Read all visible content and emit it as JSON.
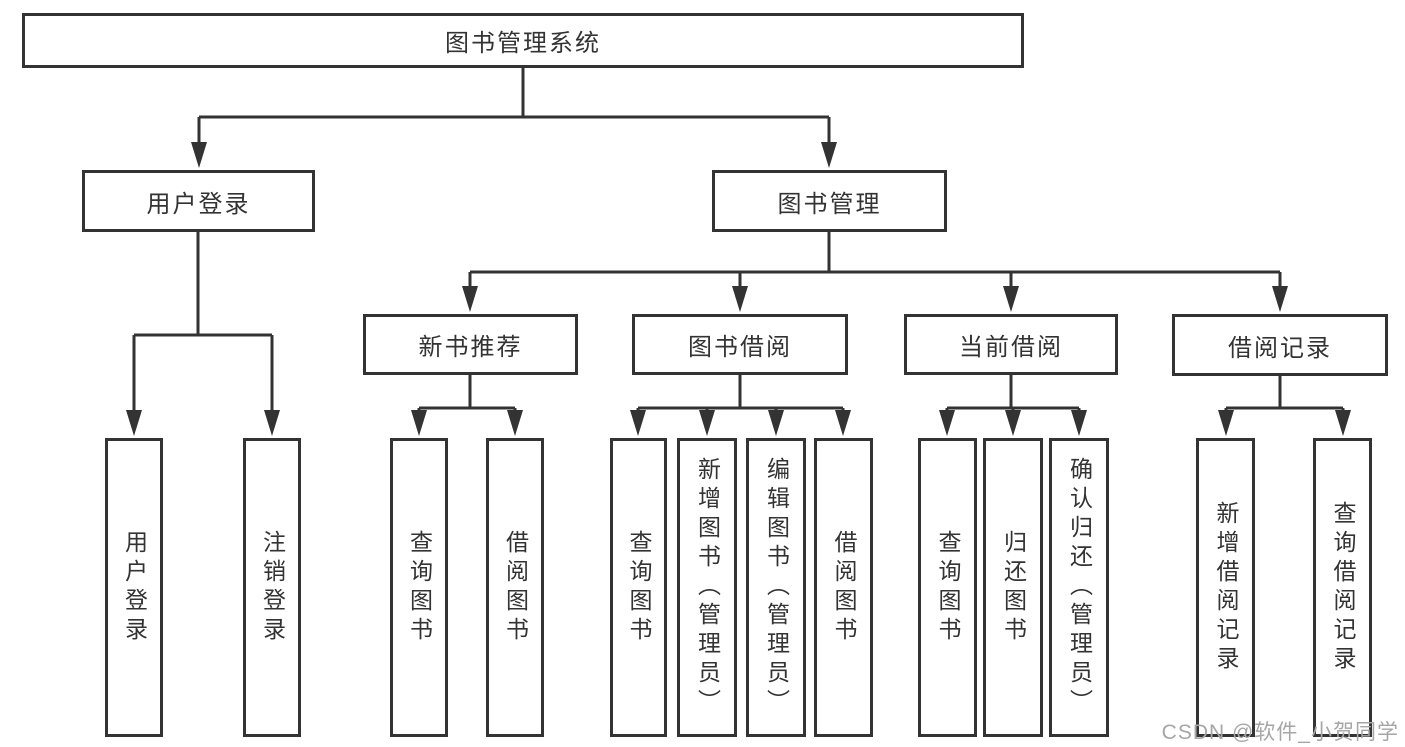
{
  "diagram": {
    "title": "图书管理系统",
    "root": {
      "label": "图书管理系统"
    },
    "branches": [
      {
        "label": "用户登录",
        "children": [
          {
            "label": "用户登录"
          },
          {
            "label": "注销登录"
          }
        ]
      },
      {
        "label": "图书管理",
        "children": [
          {
            "label": "新书推荐",
            "children": [
              {
                "label": "查询图书"
              },
              {
                "label": "借阅图书"
              }
            ]
          },
          {
            "label": "图书借阅",
            "children": [
              {
                "label": "查询图书"
              },
              {
                "label": "新增图书（管理员）"
              },
              {
                "label": "编辑图书（管理员）"
              },
              {
                "label": "借阅图书"
              }
            ]
          },
          {
            "label": "当前借阅",
            "children": [
              {
                "label": "查询图书"
              },
              {
                "label": "归还图书"
              },
              {
                "label": "确认归还（管理员）"
              }
            ]
          },
          {
            "label": "借阅记录",
            "children": [
              {
                "label": "新增借阅记录"
              },
              {
                "label": "查询借阅记录"
              }
            ]
          }
        ]
      }
    ]
  },
  "watermark": {
    "text": "CSDN @软件_小贺同学"
  },
  "colors": {
    "line": "#333333",
    "box_border": "#333333",
    "box_fill": "#ffffff",
    "text": "#333333",
    "watermark": "#a6a6a6",
    "background": "#ffffff"
  }
}
